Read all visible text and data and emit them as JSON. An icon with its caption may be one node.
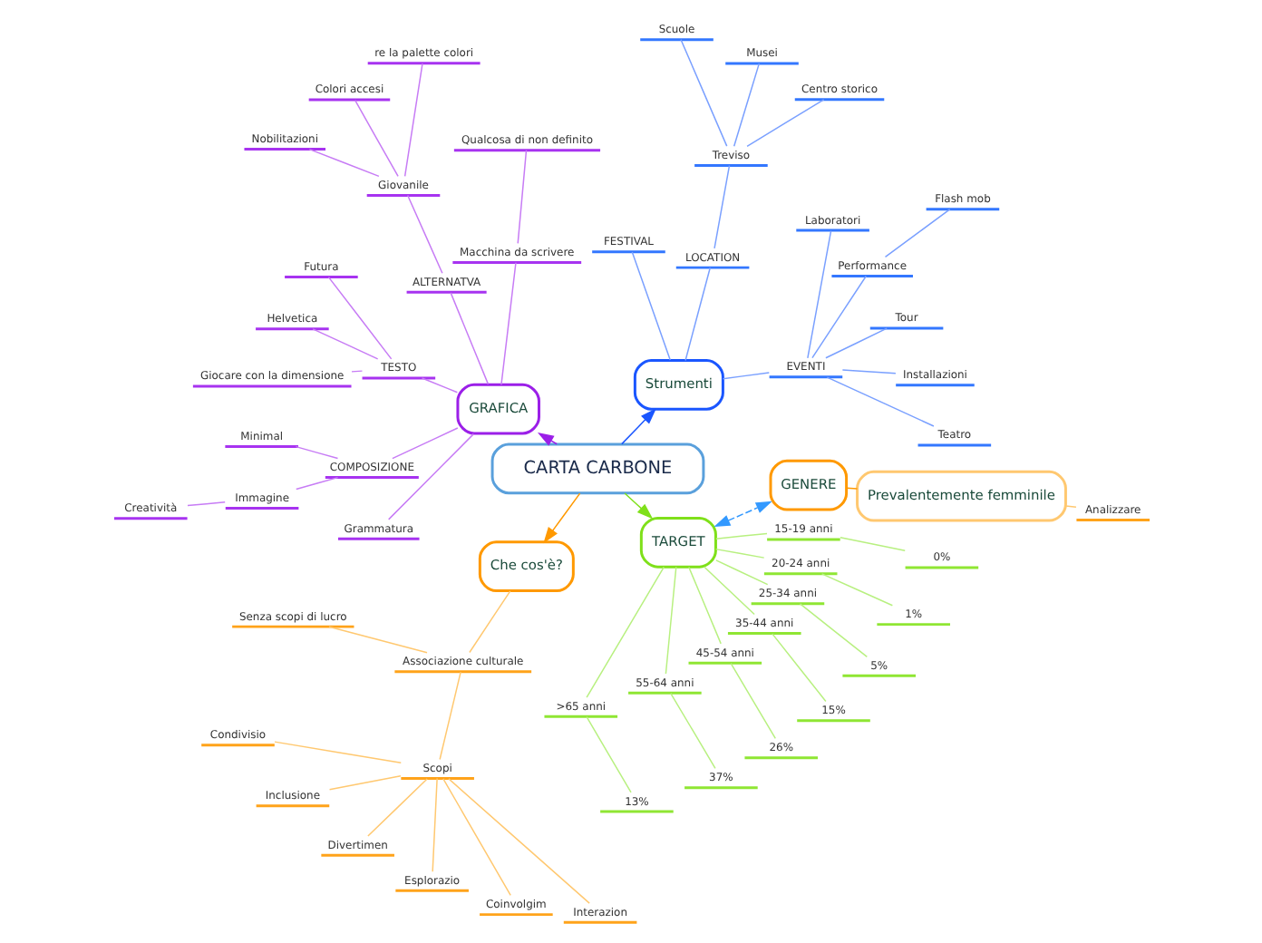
{
  "diagram": {
    "nodes": [
      {
        "text": [
          "CARTA CARBONE"
        ]
      },
      {
        "text": [
          "Strumenti"
        ]
      },
      {
        "text": [
          "EVENTI"
        ]
      },
      {
        "text": [
          "Teatro"
        ]
      },
      {
        "text": [
          "Installazioni"
        ]
      },
      {
        "text": [
          "Tour"
        ]
      },
      {
        "text": [
          "Performance"
        ]
      },
      {
        "text": [
          "Flash mob"
        ]
      },
      {
        "text": [
          "Laboratori"
        ]
      },
      {
        "text": [
          "LOCATION"
        ]
      },
      {
        "text": [
          "Treviso"
        ]
      },
      {
        "text": [
          "Centro storico"
        ]
      },
      {
        "text": [
          "Musei"
        ]
      },
      {
        "text": [
          "Scuole"
        ]
      },
      {
        "text": [
          "FESTIVAL"
        ]
      },
      {
        "text": [
          "GRAFICA"
        ]
      },
      {
        "text": [
          "Macchina da scrivere"
        ]
      },
      {
        "text": [
          "Qualcosa di non definito"
        ]
      },
      {
        "text": [
          "ALTERNATVA"
        ]
      },
      {
        "text": [
          "Giovanile"
        ]
      },
      {
        "text": [
          "re la palette colori"
        ]
      },
      {
        "text": [
          "Colori accesi"
        ]
      },
      {
        "text": [
          "Nobilitazioni"
        ]
      },
      {
        "text": [
          "TESTO"
        ]
      },
      {
        "text": [
          "Futura"
        ]
      },
      {
        "text": [
          "Helvetica"
        ]
      },
      {
        "text": [
          "Giocare con la dimensione"
        ]
      },
      {
        "text": [
          "COMPOSIZIONE"
        ]
      },
      {
        "text": [
          "Minimal"
        ]
      },
      {
        "text": [
          "Immagine"
        ]
      },
      {
        "text": [
          "Creatività"
        ]
      },
      {
        "text": [
          "Grammatura"
        ]
      },
      {
        "text": [
          "Che cos'è?"
        ]
      },
      {
        "text": [
          "Associazione culturale"
        ]
      },
      {
        "text": [
          "Senza scopi di lucro"
        ]
      },
      {
        "text": [
          "Scopi"
        ]
      },
      {
        "text": [
          "Condivisio"
        ]
      },
      {
        "text": [
          "Inclusione"
        ]
      },
      {
        "text": [
          "Divertimen"
        ]
      },
      {
        "text": [
          "Esplorazio"
        ]
      },
      {
        "text": [
          "Coinvolgim"
        ]
      },
      {
        "text": [
          "Interazion"
        ]
      },
      {
        "text": [
          "TARGET"
        ]
      },
      {
        "text": [
          ">65 anni"
        ]
      },
      {
        "text": [
          "13%"
        ]
      },
      {
        "text": [
          "55-64 anni"
        ]
      },
      {
        "text": [
          "37%"
        ]
      },
      {
        "text": [
          "45-54 anni"
        ]
      },
      {
        "text": [
          "26%"
        ]
      },
      {
        "text": [
          "35-44 anni"
        ]
      },
      {
        "text": [
          "15%"
        ]
      },
      {
        "text": [
          "25-34 anni"
        ]
      },
      {
        "text": [
          "5%"
        ]
      },
      {
        "text": [
          "20-24 anni"
        ]
      },
      {
        "text": [
          "1%"
        ]
      },
      {
        "text": [
          "15-19 anni"
        ]
      },
      {
        "text": [
          "0%"
        ]
      },
      {
        "text": [
          "GENERE"
        ]
      },
      {
        "text": [
          "Prevalentemente femminile"
        ]
      },
      {
        "text": [
          "Analizzare"
        ]
      }
    ],
    "edges": [
      {
        "from": 0,
        "to": 1,
        "arrow": "to",
        "color": "#1a56ff"
      },
      {
        "from": 1,
        "to": 2,
        "arrow": "none",
        "color": "#7aa0ff"
      },
      {
        "from": 2,
        "to": 3,
        "arrow": "none",
        "color": "#7aa0ff"
      },
      {
        "from": 2,
        "to": 4,
        "arrow": "none",
        "color": "#7aa0ff"
      },
      {
        "from": 2,
        "to": 5,
        "arrow": "none",
        "color": "#7aa0ff"
      },
      {
        "from": 2,
        "to": 6,
        "arrow": "none",
        "color": "#7aa0ff"
      },
      {
        "from": 6,
        "to": 7,
        "arrow": "none",
        "color": "#7aa0ff"
      },
      {
        "from": 2,
        "to": 8,
        "arrow": "none",
        "color": "#7aa0ff"
      },
      {
        "from": 1,
        "to": 9,
        "arrow": "none",
        "color": "#7aa0ff"
      },
      {
        "from": 9,
        "to": 10,
        "arrow": "none",
        "color": "#7aa0ff"
      },
      {
        "from": 10,
        "to": 11,
        "arrow": "none",
        "color": "#7aa0ff"
      },
      {
        "from": 10,
        "to": 12,
        "arrow": "none",
        "color": "#7aa0ff"
      },
      {
        "from": 10,
        "to": 13,
        "arrow": "none",
        "color": "#7aa0ff"
      },
      {
        "from": 1,
        "to": 14,
        "arrow": "none",
        "color": "#7aa0ff"
      },
      {
        "from": 0,
        "to": 15,
        "arrow": "to",
        "color": "#9b1fe8"
      },
      {
        "from": 15,
        "to": 16,
        "arrow": "none",
        "color": "#c77cf5"
      },
      {
        "from": 16,
        "to": 17,
        "arrow": "none",
        "color": "#c77cf5"
      },
      {
        "from": 15,
        "to": 18,
        "arrow": "none",
        "color": "#c77cf5"
      },
      {
        "from": 18,
        "to": 19,
        "arrow": "none",
        "color": "#c77cf5"
      },
      {
        "from": 19,
        "to": 20,
        "arrow": "none",
        "color": "#c77cf5"
      },
      {
        "from": 19,
        "to": 21,
        "arrow": "none",
        "color": "#c77cf5"
      },
      {
        "from": 19,
        "to": 22,
        "arrow": "none",
        "color": "#c77cf5"
      },
      {
        "from": 15,
        "to": 23,
        "arrow": "none",
        "color": "#c77cf5"
      },
      {
        "from": 23,
        "to": 24,
        "arrow": "none",
        "color": "#c77cf5"
      },
      {
        "from": 23,
        "to": 25,
        "arrow": "none",
        "color": "#c77cf5"
      },
      {
        "from": 23,
        "to": 26,
        "arrow": "none",
        "color": "#c77cf5"
      },
      {
        "from": 15,
        "to": 27,
        "arrow": "none",
        "color": "#c77cf5"
      },
      {
        "from": 27,
        "to": 28,
        "arrow": "none",
        "color": "#c77cf5"
      },
      {
        "from": 27,
        "to": 29,
        "arrow": "none",
        "color": "#c77cf5"
      },
      {
        "from": 29,
        "to": 30,
        "arrow": "none",
        "color": "#c77cf5"
      },
      {
        "from": 15,
        "to": 31,
        "arrow": "none",
        "color": "#c77cf5"
      },
      {
        "from": 0,
        "to": 32,
        "arrow": "to",
        "color": "#ff9900"
      },
      {
        "from": 32,
        "to": 33,
        "arrow": "none",
        "color": "#ffc870"
      },
      {
        "from": 33,
        "to": 34,
        "arrow": "none",
        "color": "#ffc870"
      },
      {
        "from": 33,
        "to": 35,
        "arrow": "none",
        "color": "#ffc870"
      },
      {
        "from": 35,
        "to": 36,
        "arrow": "none",
        "color": "#ffc870"
      },
      {
        "from": 35,
        "to": 37,
        "arrow": "none",
        "color": "#ffc870"
      },
      {
        "from": 35,
        "to": 38,
        "arrow": "none",
        "color": "#ffc870"
      },
      {
        "from": 35,
        "to": 39,
        "arrow": "none",
        "color": "#ffc870"
      },
      {
        "from": 35,
        "to": 40,
        "arrow": "none",
        "color": "#ffc870"
      },
      {
        "from": 35,
        "to": 41,
        "arrow": "none",
        "color": "#ffc870"
      },
      {
        "from": 0,
        "to": 42,
        "arrow": "to",
        "color": "#7fe01a"
      },
      {
        "from": 42,
        "to": 43,
        "arrow": "none",
        "color": "#b8f080"
      },
      {
        "from": 43,
        "to": 44,
        "arrow": "none",
        "color": "#b8f080"
      },
      {
        "from": 42,
        "to": 45,
        "arrow": "none",
        "color": "#b8f080"
      },
      {
        "from": 45,
        "to": 46,
        "arrow": "none",
        "color": "#b8f080"
      },
      {
        "from": 42,
        "to": 47,
        "arrow": "none",
        "color": "#b8f080"
      },
      {
        "from": 47,
        "to": 48,
        "arrow": "none",
        "color": "#b8f080"
      },
      {
        "from": 42,
        "to": 49,
        "arrow": "none",
        "color": "#b8f080"
      },
      {
        "from": 49,
        "to": 50,
        "arrow": "none",
        "color": "#b8f080"
      },
      {
        "from": 42,
        "to": 51,
        "arrow": "none",
        "color": "#b8f080"
      },
      {
        "from": 51,
        "to": 52,
        "arrow": "none",
        "color": "#b8f080"
      },
      {
        "from": 42,
        "to": 53,
        "arrow": "none",
        "color": "#b8f080"
      },
      {
        "from": 53,
        "to": 54,
        "arrow": "none",
        "color": "#b8f080"
      },
      {
        "from": 42,
        "to": 55,
        "arrow": "none",
        "color": "#b8f080"
      },
      {
        "from": 55,
        "to": 56,
        "arrow": "none",
        "color": "#b8f080"
      },
      {
        "from": 42,
        "to": 57,
        "arrow": "both",
        "style": "dashed",
        "color": "#3399ff"
      },
      {
        "from": 57,
        "to": 58,
        "arrow": "none",
        "color": "#ff9900"
      },
      {
        "from": 58,
        "to": 59,
        "arrow": "none",
        "color": "#ffc870"
      }
    ]
  }
}
